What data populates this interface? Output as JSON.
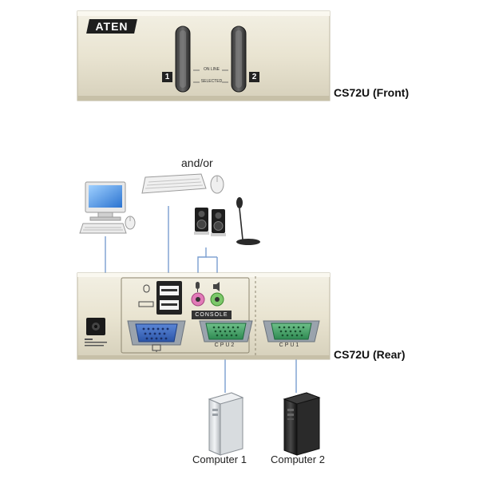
{
  "front": {
    "brand": "ATEN",
    "port_1": "1",
    "port_2": "2",
    "led_online": "ON LINE",
    "led_selected": "SELECTED",
    "label": "CS72U (Front)"
  },
  "peripherals": {
    "andor": "and/or"
  },
  "rear": {
    "console_label": "CONSOLE",
    "cpu1_label": "CPU1",
    "cpu2_label": "CPU2",
    "label": "CS72U (Rear)"
  },
  "computers": {
    "computer1": "Computer 1",
    "computer2": "Computer 2"
  }
}
